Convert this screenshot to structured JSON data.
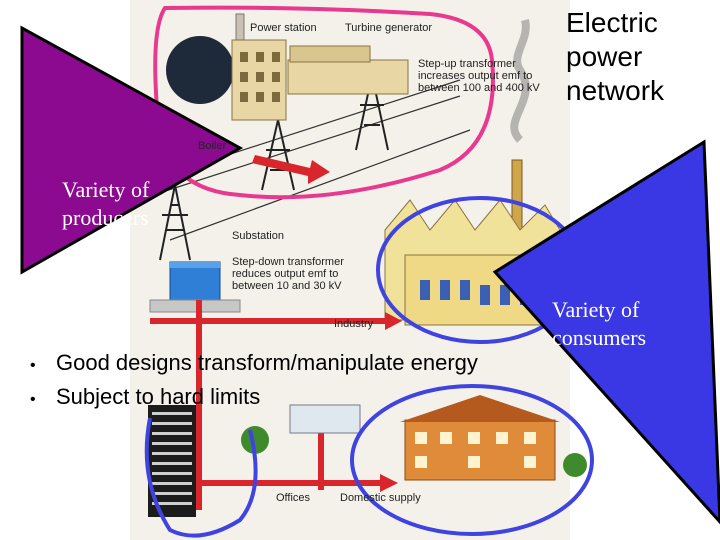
{
  "title": {
    "line1": "Electric",
    "line2": "power",
    "line3": "network"
  },
  "producers_label": {
    "line1": "Variety of",
    "line2": "producers"
  },
  "consumers_label": {
    "line1": "Variety of",
    "line2": "consumers"
  },
  "diagram_labels": {
    "power_station": "Power station",
    "turbine_generator": "Turbine generator",
    "step_up_transformer": "Step-up transformer increases output emf to between 100 and 400 kV",
    "boiler": "Boiler",
    "substation": "Substation",
    "step_down_transformer": "Step-down transformer reduces output emf to between 10 and 30 kV",
    "industry": "Industry",
    "offices": "Offices",
    "domestic_supply": "Domestic supply"
  },
  "bullets": [
    "Good designs transform/manipulate energy",
    "Subject to hard limits"
  ],
  "colors": {
    "purple_triangle": "#8b0a8f",
    "blue_triangle": "#3a37e4",
    "pink_outline": "#e8388f",
    "blue_outline": "#3f44e0",
    "power_line_red": "#d8262c"
  }
}
